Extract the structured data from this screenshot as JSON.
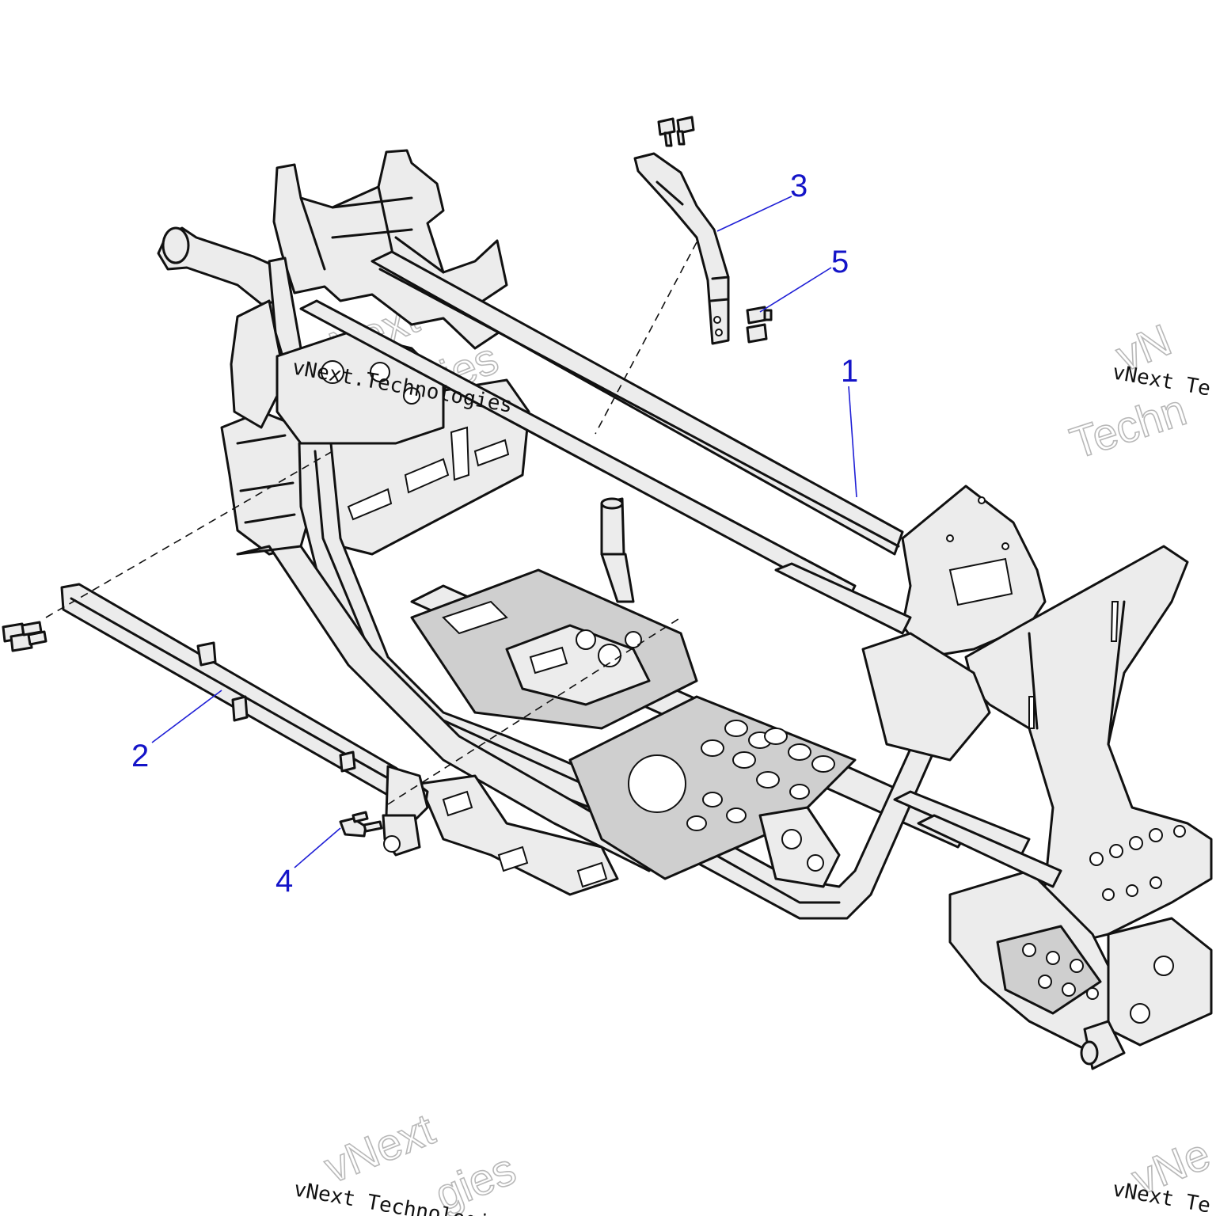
{
  "callouts": [
    {
      "label": "1"
    },
    {
      "label": "2"
    },
    {
      "label": "3"
    },
    {
      "label": "4"
    },
    {
      "label": "5"
    }
  ],
  "watermark": {
    "company_line": "vNext Technologies",
    "company_line_dotted": "vNext.Technologies",
    "word1": "vNext",
    "word2": "Technologies",
    "fragment_right_line": "vNext Te",
    "fragment_right_outline_1": "vN",
    "fragment_right_outline_2": "Techn",
    "fragment_bottom_left_outline": "gies",
    "fragment_bottom_right_outline": "vNe"
  },
  "colors": {
    "callout": "#1414c8",
    "line": "#111111",
    "fill": "#ececec",
    "watermark_outline": "#b8b8b8"
  }
}
